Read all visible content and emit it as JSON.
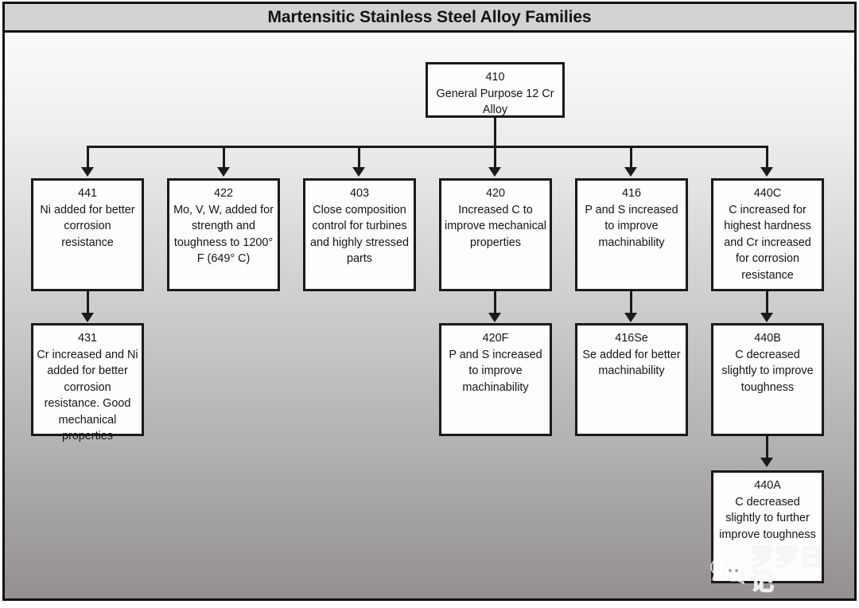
{
  "header": {
    "title": "Martensitic Stainless Steel Alloy Families"
  },
  "colors": {
    "border": "#1a1a1a",
    "title_bar_bg": "#d3d3d3",
    "node_bg": "#fdfdfd",
    "background_top": "#fcfcfc",
    "background_bottom": "#938f90"
  },
  "diagram": {
    "type": "tree",
    "root": {
      "code": "410",
      "desc": "General Purpose 12 Cr Alloy"
    },
    "level1": [
      {
        "code": "441",
        "desc": "Ni added for better corrosion resistance"
      },
      {
        "code": "422",
        "desc": "Mo, V, W, added for strength and toughness to 1200° F (649° C)"
      },
      {
        "code": "403",
        "desc": "Close composition control for turbines and highly stressed parts"
      },
      {
        "code": "420",
        "desc": "Increased C to improve mechanical properties"
      },
      {
        "code": "416",
        "desc": "P and S increased to improve machinability"
      },
      {
        "code": "440C",
        "desc": "C increased for highest hardness and Cr increased for corrosion resistance"
      }
    ],
    "level2": [
      {
        "code": "431",
        "desc": "Cr increased and Ni added for better corrosion resistance. Good mechanical properties",
        "parent": "441"
      },
      {
        "code": "420F",
        "desc": "P and S increased to improve machinability",
        "parent": "420"
      },
      {
        "code": "416Se",
        "desc": "Se added for better machinability",
        "parent": "416"
      },
      {
        "code": "440B",
        "desc": "C decreased slightly to improve toughness",
        "parent": "440C"
      }
    ],
    "level3": [
      {
        "code": "440A",
        "desc": "C decreased slightly to further improve toughness",
        "parent": "440B"
      }
    ]
  },
  "watermark": {
    "text": "罗罗日记",
    "logo": "wechat-logo"
  }
}
